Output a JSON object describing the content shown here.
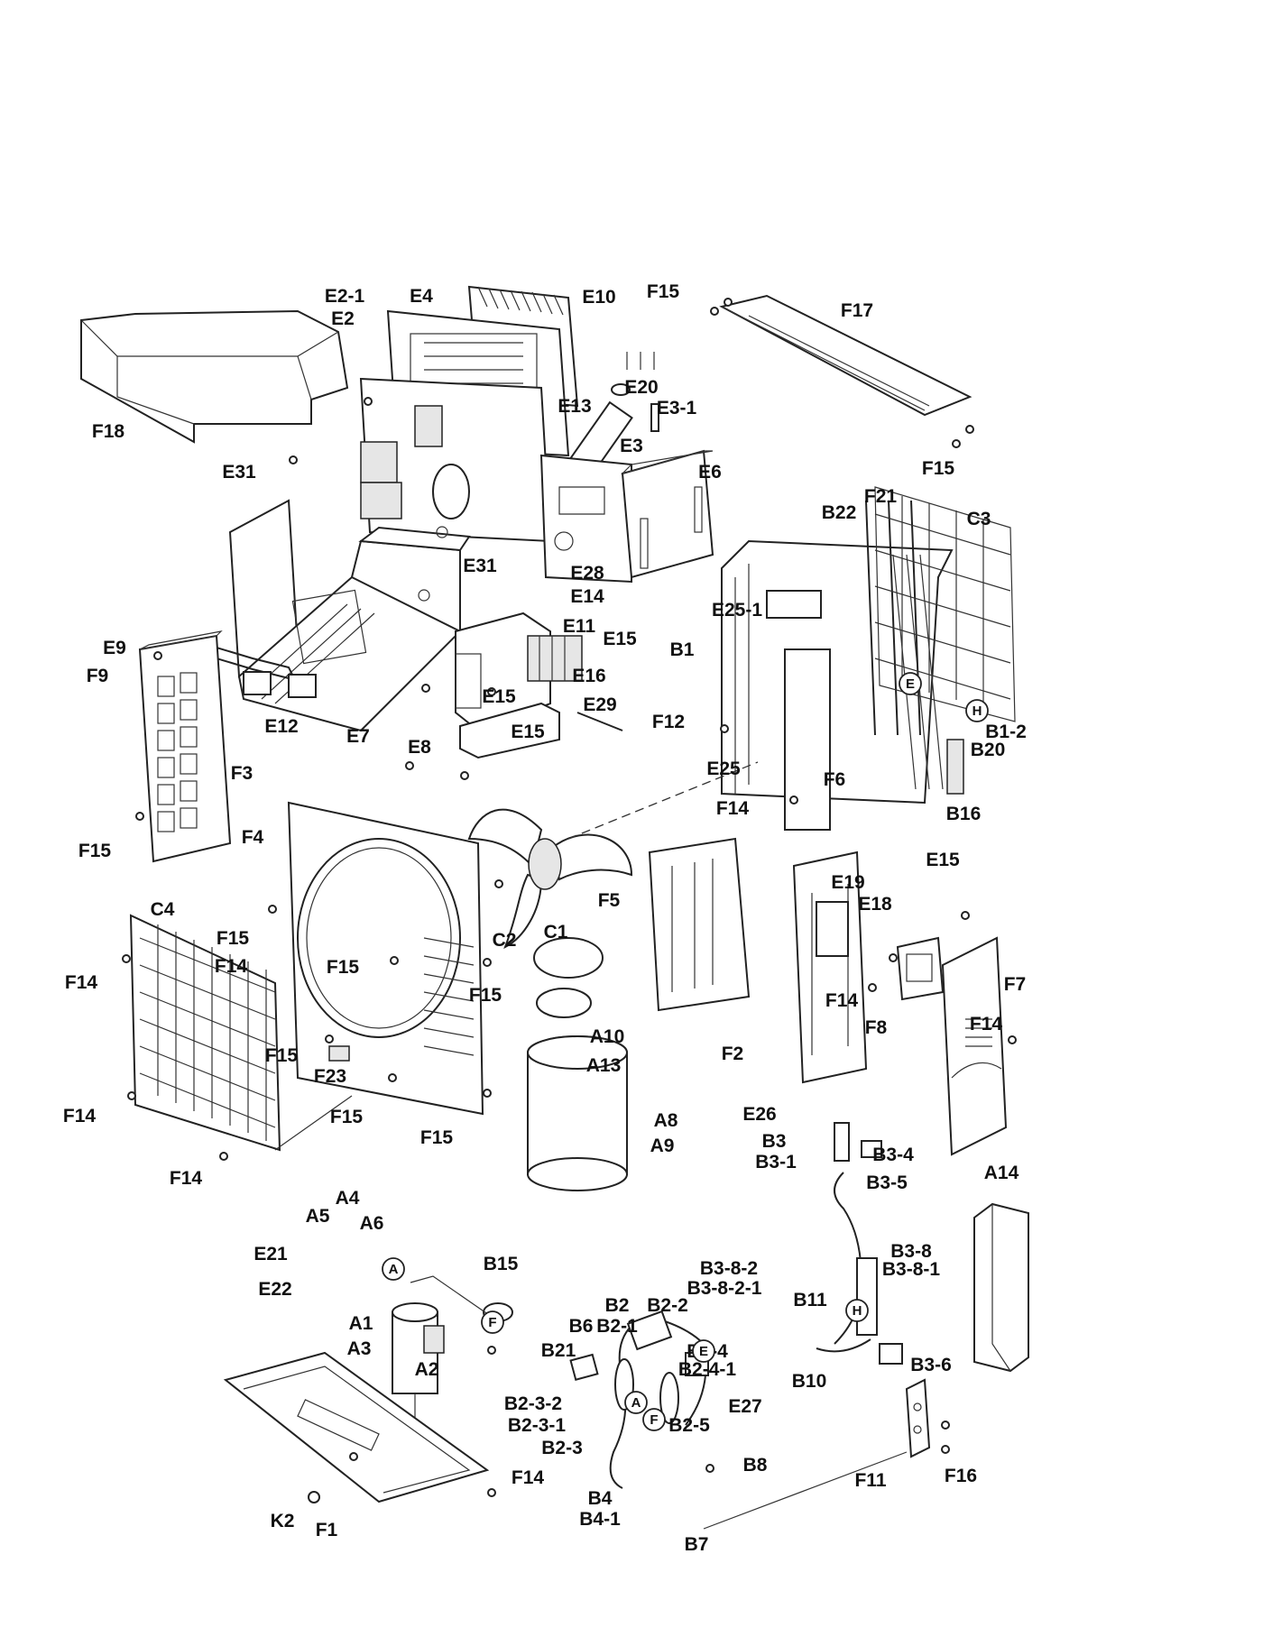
{
  "labels": [
    "E2-1",
    "E4",
    "E10",
    "E2",
    "F15",
    "F17",
    "F18",
    "E20",
    "E13",
    "E3-1",
    "E3",
    "E31",
    "E6",
    "F15",
    "F21",
    "B22",
    "C3",
    "E31",
    "E28",
    "E14",
    "E25-1",
    "E9",
    "E11",
    "E15",
    "B1",
    "F9",
    "E16",
    "E15",
    "E29",
    "F12",
    "E12",
    "E7",
    "E8",
    "E15",
    "B1-2",
    "B20",
    "E25",
    "F6",
    "F14",
    "B16",
    "F3",
    "F15",
    "F4",
    "E15",
    "E19",
    "E18",
    "C4",
    "F15",
    "C2",
    "C1",
    "F5",
    "F15",
    "F14",
    "F14",
    "F15",
    "F14",
    "F7",
    "F8",
    "F14",
    "F2",
    "F15",
    "F23",
    "F15",
    "A10",
    "A13",
    "F14",
    "F15",
    "E26",
    "A8",
    "A9",
    "B3",
    "B3-4",
    "B3-1",
    "B3-5",
    "F14",
    "A14",
    "A4",
    "A5",
    "A6",
    "E21",
    "B15",
    "B3-8",
    "B3-8-1",
    "B3-8-2",
    "B3-8-2-1",
    "E22",
    "B11",
    "A1",
    "B2",
    "B2-2",
    "B6",
    "B2-1",
    "A3",
    "B21",
    "B2-4",
    "B2-4-1",
    "A2",
    "B10",
    "B3-6",
    "B2-3-2",
    "E27",
    "B2-3-1",
    "B2-5",
    "B2-3",
    "F16",
    "F14",
    "B8",
    "B4",
    "B4-1",
    "K2",
    "F1",
    "F11",
    "B7"
  ],
  "callouts": [
    "A",
    "E",
    "H",
    "F",
    "E",
    "H",
    "A",
    "F"
  ]
}
